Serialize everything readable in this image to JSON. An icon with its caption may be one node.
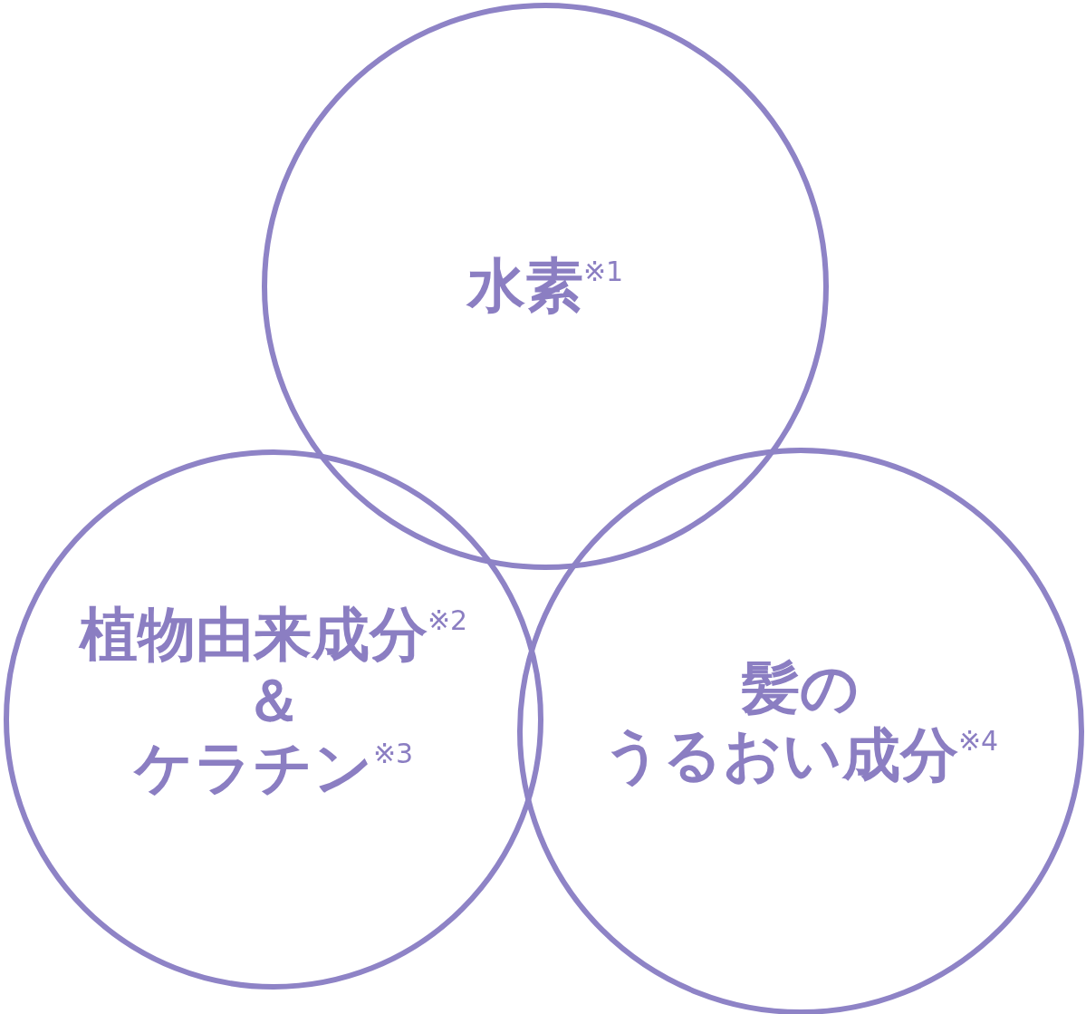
{
  "diagram": {
    "nodes": [
      {
        "text": [
          "水素$^{※1}$"
        ]
      },
      {
        "text": [
          "植物由来成分$^{※2}$",
          "＆",
          "ケラチン$^{※3}$"
        ]
      },
      {
        "text": [
          "髪の",
          "うるおい成分$^{※4}$"
        ]
      }
    ]
  }
}
